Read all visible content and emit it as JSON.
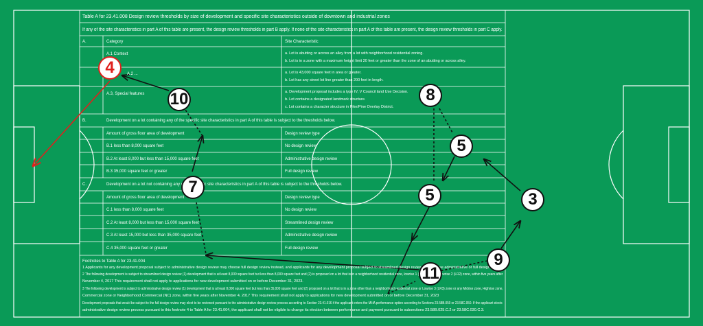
{
  "table": {
    "title": "Table A for 23.41.008 Design review thresholds by size of development and specific site characteristics outside of downtown and industrial zones",
    "intro": "If any of the site characteristics in part A of this table are present, the design review thresholds in part B apply. If none of the site characteristics in part A of this table are present, the design review thresholds in part C apply.",
    "section_a": {
      "letter": "A.",
      "col1_header": "Category",
      "col2_header": "Site Characteristic",
      "rows": [
        {
          "category": "A.1 Context",
          "characteristics": [
            "a. Lot is abutting or across an alley from a lot with neighborhood residential zoning.",
            "b. Lot is in a zone with a maximum height limit 20 feet or greater than the zone of an abutting or across alley."
          ]
        },
        {
          "category": "A.2 ...",
          "characteristics": [
            "a. Lot is 43,000 square feet in area or greater.",
            "b. Lot has any street lot line greater than 200 feet in length."
          ]
        },
        {
          "category": "A.3, Special features",
          "characteristics": [
            "a. Development proposal includes a type IV, V Council land Use Decision.",
            "b. Lot contains a designated landmark structure.",
            "c. Lot contains a character structure in Pike/Pine Overlay District."
          ]
        }
      ]
    },
    "section_b": {
      "letter": "B.",
      "header": "Development on a lot containing any of the specific site characteristics in part A of this table is subject to the thresholds below.",
      "col1_header": "Amount of gross floor area of development",
      "col2_header": "Design review type",
      "rows": [
        {
          "amount": "B.1 less than 8,000 square feet",
          "type": "No design review"
        },
        {
          "amount": "B.2 At least 8,000 but less than 15,000 square feet",
          "type": "Administrative design review"
        },
        {
          "amount": "B.3 35,000 square feet or greater",
          "type": "Full design review"
        }
      ]
    },
    "section_c": {
      "letter": "C.",
      "header": "Development on a lot not containing any of the specific site characteristics in part A of this table is subject to the thresholds below.",
      "col1_header": "Amount of gross floor area of development",
      "col2_header": "Design review type",
      "rows": [
        {
          "amount": "C.1 less than 8,000 square feet",
          "type": "No design review"
        },
        {
          "amount": "C.2 At least 8,000 but less than 15,000 square feet",
          "type": "Streamlined design review"
        },
        {
          "amount": "C.3 At least 15,000 but less than 35,000 square feet",
          "type": "Administrative design review"
        },
        {
          "amount": "C.4 35,000 square feet or greater",
          "type": "Full design review"
        }
      ]
    },
    "footnotes": {
      "title": "Footnotes to Table A for 23.41.004",
      "lines": [
        "1 Applicants for any development proposal subject to administrative design review may choose full design review instead, and applicants for any development proposal subject to streamlined design review may choose administrative or full design review.",
        "2 The following development is subject to streamlined design review (1) development that is at least 8,000 square feet but less than 8,000 square feet and (2) is proposed on a lot that is in a neighborhood residential zone, lowrise 1 (LR1) zone, or lowrise 2 (LR2) zone, within five years after",
        "November 4, 2017 This requirement shall not apply to applications for new development submitted on or before December 31, 2023.",
        "3 The following development is subject to administrative design review (1) development that is at least 8,000 square feet but less than 35,000 square feet and (2) proposed on a lot that is in a zone other than a neighborhood residential zone or Lowrise 3 (LR3) zone or any Midrise zone, Highrise zone,",
        "Commercial zone or Neighborhood Commercial (NC) zone, within five years after November 4, 2017 This requirement shall not apply to applications for new development submitted on or before December 31, 2023",
        "Development proposals that would be subject to the full design review may elect to be reviewed pursuant to the administrative design review process according to Section 23.41.016 if the applicant enters the MHA performance option according to Sections 23.58B.050 or 23.58C.050. If the applicant elects",
        "administrative design review process pursuant to this footnote 4 to Table A for 23.41.004, the applicant shall not be eligible to change its election between performance and payment pursuant to subsections 23.58B.025.C.2 or 23.58C.030.C.3."
      ]
    }
  },
  "markers": [
    {
      "label": "4",
      "variant": "red"
    },
    {
      "label": "10",
      "variant": "normal"
    },
    {
      "label": "7",
      "variant": "normal"
    },
    {
      "label": "8",
      "variant": "normal"
    },
    {
      "label": "5",
      "variant": "normal"
    },
    {
      "label": "5",
      "variant": "normal"
    },
    {
      "label": "3",
      "variant": "normal"
    },
    {
      "label": "9",
      "variant": "normal"
    },
    {
      "label": "11",
      "variant": "normal"
    }
  ],
  "colors": {
    "pitch": "#0a9a57",
    "lines": "#ffffff",
    "marker_fill": "#ffffff",
    "marker_border": "#111111",
    "highlight": "#e0201c"
  }
}
